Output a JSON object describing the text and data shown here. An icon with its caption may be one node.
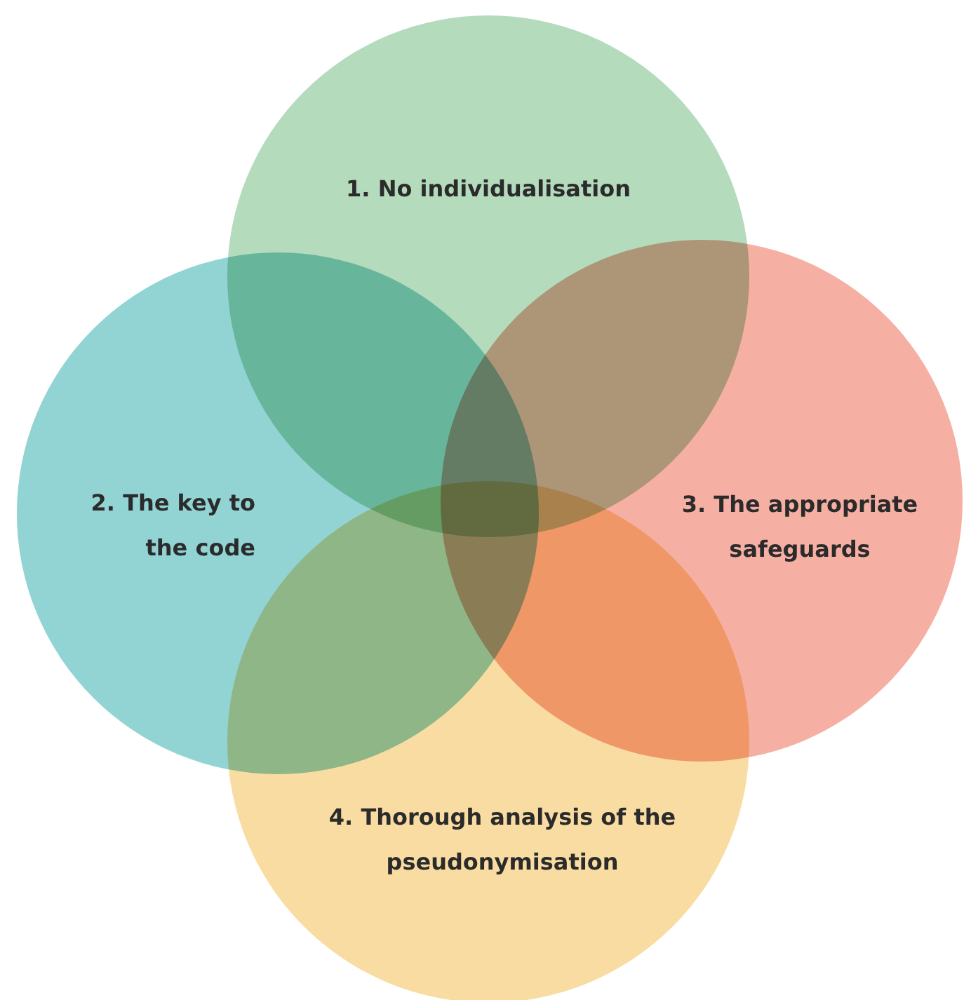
{
  "diagram": {
    "nodes": [
      {
        "text": [
          "1. No individualisation"
        ]
      },
      {
        "text": [
          "2. The key to the code"
        ]
      },
      {
        "text": [
          "3. The appropriate safeguards"
        ]
      },
      {
        "text": [
          "4. Thorough analysis of the pseudonymisation"
        ]
      }
    ]
  }
}
